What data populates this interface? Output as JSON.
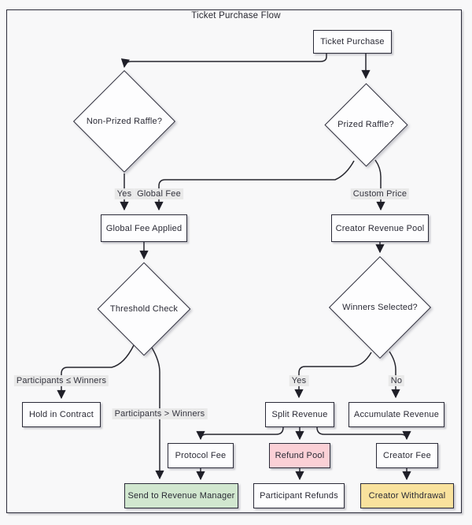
{
  "diagram": {
    "title": "Ticket Purchase Flow",
    "type": "flowchart",
    "colors": {
      "background": "#f8f8f9",
      "node_fill": "#fdfdfe",
      "node_border": "#2b2b39",
      "edge": "#26262e",
      "edge_label_bg": "#e8e8e8",
      "revenue_manager_fill": "#d1e7cf",
      "refund_pool_fill": "#fbd0d6",
      "creator_withdrawal_fill": "#f9e29d"
    },
    "nodes": {
      "ticket_purchase": "Ticket Purchase",
      "non_prized": "Non-Prized Raffle?",
      "prized": "Prized Raffle?",
      "global_fee_applied": "Global Fee Applied",
      "creator_revenue_pool": "Creator Revenue Pool",
      "threshold_check": "Threshold Check",
      "winners_selected": "Winners Selected?",
      "hold_in_contract": "Hold in Contract",
      "split_revenue": "Split Revenue",
      "accumulate_revenue": "Accumulate Revenue",
      "protocol_fee": "Protocol Fee",
      "refund_pool": "Refund Pool",
      "creator_fee": "Creator Fee",
      "send_to_revenue_manager": "Send to Revenue Manager",
      "participant_refunds": "Participant Refunds",
      "creator_withdrawal": "Creator Withdrawal"
    },
    "edge_labels": {
      "yes_left": "Yes",
      "global_fee": "Global Fee",
      "custom_price": "Custom Price",
      "participants_lte_winners": "Participants ≤ Winners",
      "participants_gt_winners": "Participants > Winners",
      "yes_right": "Yes",
      "no": "No"
    },
    "edges": [
      {
        "from": "ticket_purchase",
        "to": "non_prized",
        "label": ""
      },
      {
        "from": "ticket_purchase",
        "to": "prized",
        "label": ""
      },
      {
        "from": "non_prized",
        "to": "global_fee_applied",
        "label": "Yes"
      },
      {
        "from": "prized",
        "to": "global_fee_applied",
        "label": "Global Fee"
      },
      {
        "from": "prized",
        "to": "creator_revenue_pool",
        "label": "Custom Price"
      },
      {
        "from": "global_fee_applied",
        "to": "threshold_check",
        "label": ""
      },
      {
        "from": "creator_revenue_pool",
        "to": "winners_selected",
        "label": ""
      },
      {
        "from": "threshold_check",
        "to": "hold_in_contract",
        "label": "Participants ≤ Winners"
      },
      {
        "from": "threshold_check",
        "to": "send_to_revenue_manager",
        "label": "Participants > Winners"
      },
      {
        "from": "winners_selected",
        "to": "split_revenue",
        "label": "Yes"
      },
      {
        "from": "winners_selected",
        "to": "accumulate_revenue",
        "label": "No"
      },
      {
        "from": "split_revenue",
        "to": "protocol_fee",
        "label": ""
      },
      {
        "from": "split_revenue",
        "to": "refund_pool",
        "label": ""
      },
      {
        "from": "split_revenue",
        "to": "creator_fee",
        "label": ""
      },
      {
        "from": "protocol_fee",
        "to": "send_to_revenue_manager",
        "label": ""
      },
      {
        "from": "refund_pool",
        "to": "participant_refunds",
        "label": ""
      },
      {
        "from": "creator_fee",
        "to": "creator_withdrawal",
        "label": ""
      }
    ]
  }
}
